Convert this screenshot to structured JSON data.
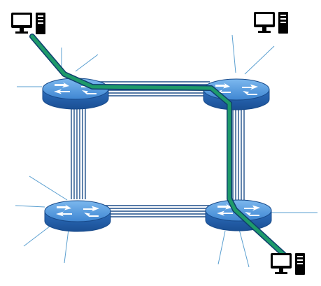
{
  "diagram": {
    "kind": "network-topology",
    "routers": [
      {
        "id": "router-top-left",
        "icon": "router-icon"
      },
      {
        "id": "router-top-right",
        "icon": "router-icon"
      },
      {
        "id": "router-bottom-left",
        "icon": "router-icon"
      },
      {
        "id": "router-bottom-right",
        "icon": "router-icon"
      }
    ],
    "computers": [
      {
        "id": "computer-top-left",
        "icon": "desktop-computer-icon"
      },
      {
        "id": "computer-top-right",
        "icon": "desktop-computer-icon"
      },
      {
        "id": "computer-bottom-right",
        "icon": "desktop-computer-icon"
      }
    ],
    "trunk_links": [
      {
        "from": "router-top-left",
        "to": "router-top-right"
      },
      {
        "from": "router-bottom-left",
        "to": "router-bottom-right"
      },
      {
        "from": "router-top-left",
        "to": "router-bottom-left"
      },
      {
        "from": "router-top-right",
        "to": "router-bottom-right"
      }
    ],
    "highlighted_path": {
      "route": [
        "computer-top-left",
        "router-top-left",
        "router-top-right",
        "router-bottom-right",
        "computer-bottom-right"
      ]
    },
    "colors": {
      "router_top": "#5aa0e0",
      "router_body": "#2f6fbb",
      "router_edge": "#1b4f8f",
      "trunk_line": "#1f4f8a",
      "highlight_path": "#1e9a6a",
      "highlight_outline": "#0f3f6e",
      "spoke_line": "#5a9fd0",
      "computer": "#000000"
    }
  }
}
